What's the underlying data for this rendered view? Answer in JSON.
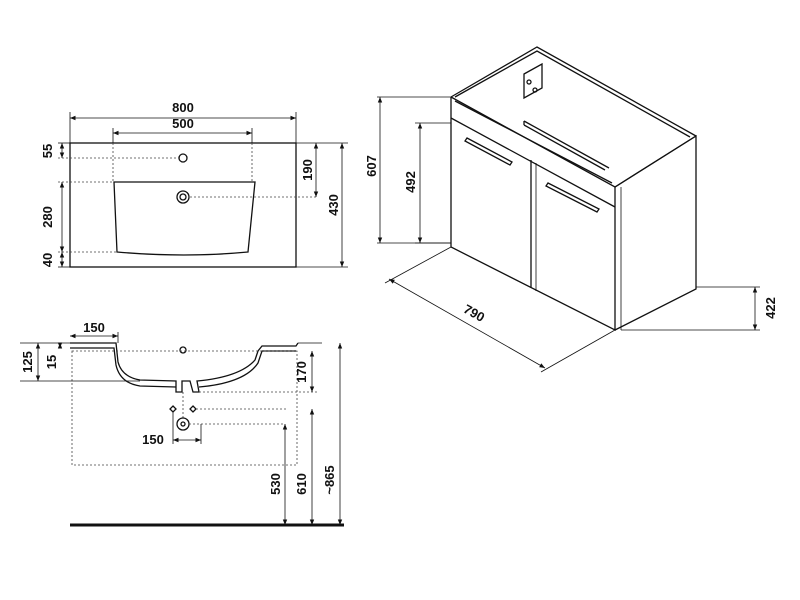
{
  "dimensions": {
    "top_width": "800",
    "top_inner_width": "500",
    "top_55": "55",
    "top_280": "280",
    "top_40": "40",
    "top_190": "190",
    "top_430": "430",
    "side_150_top": "150",
    "side_125": "125",
    "side_15": "15",
    "side_170": "170",
    "side_150_bottom": "150",
    "side_530": "530",
    "side_610": "610",
    "side_865": "~865",
    "cab_607": "607",
    "cab_492": "492",
    "cab_790": "790",
    "cab_422": "422"
  }
}
